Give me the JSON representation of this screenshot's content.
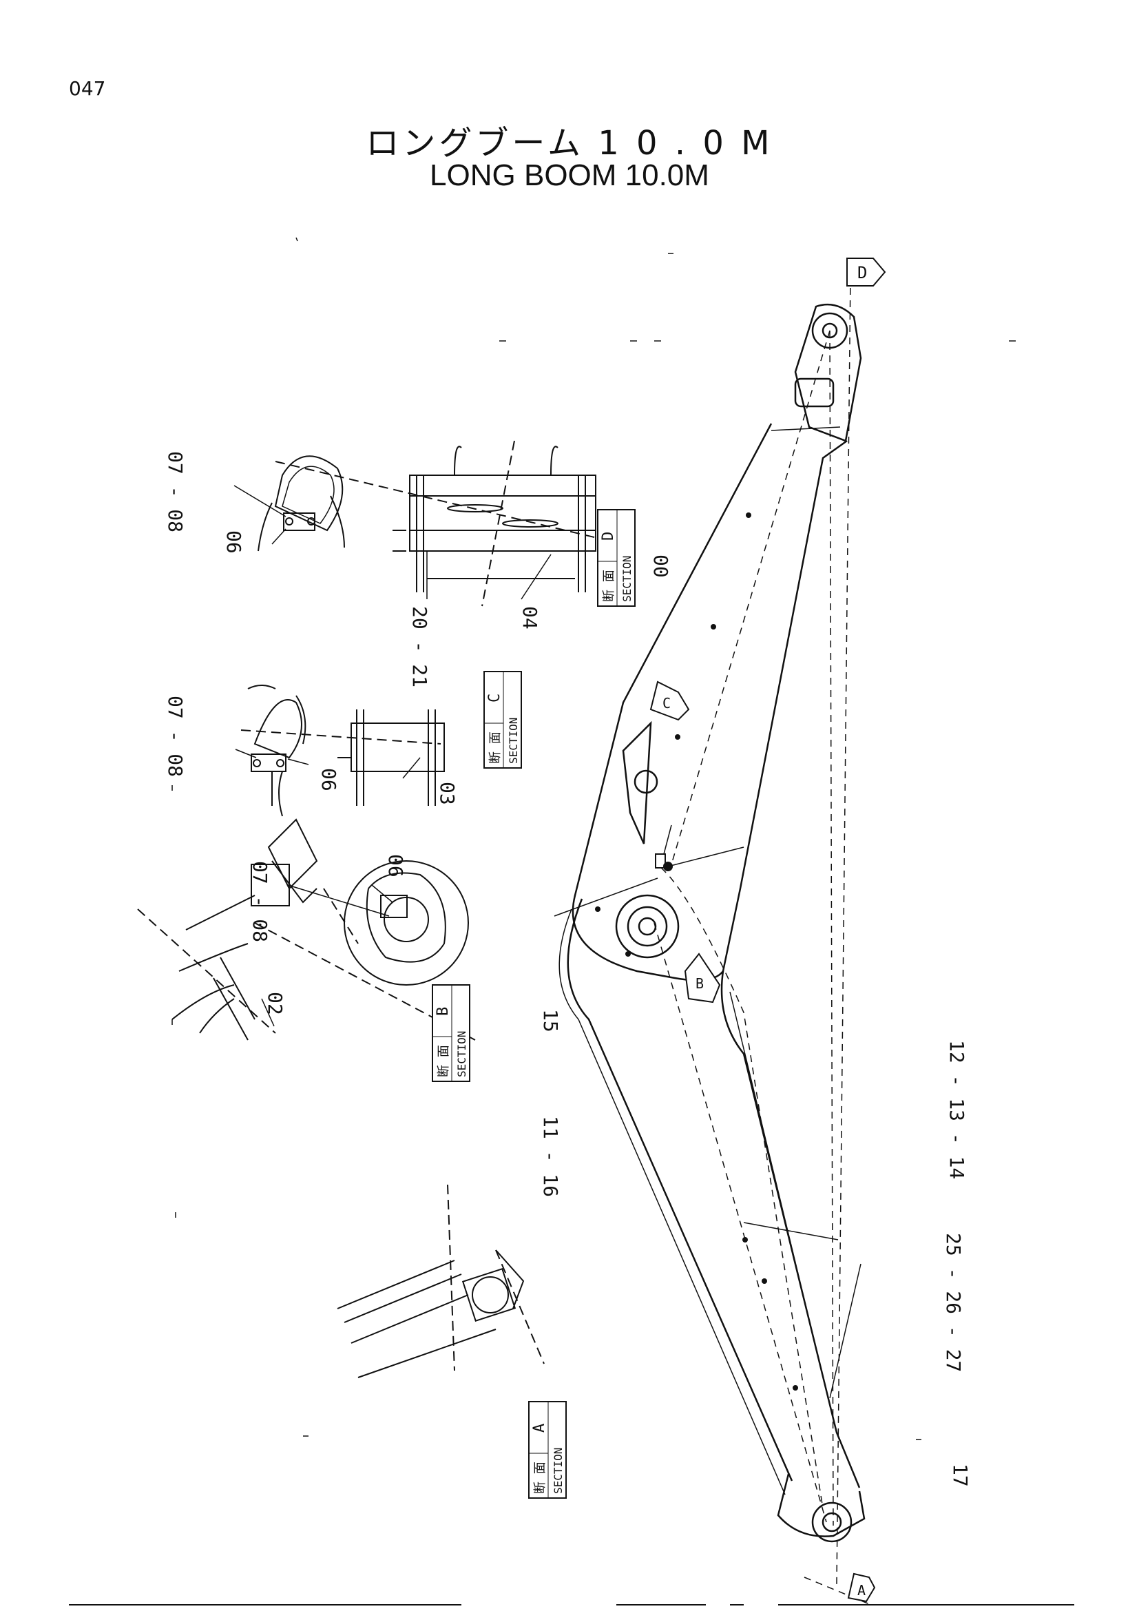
{
  "page": {
    "number": "047"
  },
  "title": {
    "japanese": "ロングブーム 1 0 . 0 M",
    "english": "LONG BOOM 10.0M"
  },
  "part_labels": {
    "p00": "00",
    "p02": "02",
    "p03": "03",
    "p04": "04",
    "p06_d": "06",
    "p06_c": "06",
    "p06_b": "06",
    "p07_08_d": "07 - 08",
    "p07_08_c": "07 - 08",
    "p07_08_b": "07 - 08",
    "p11_16": "11 - 16",
    "p12_13_14": "12 - 13 - 14",
    "p15": "15",
    "p17": "17",
    "p20_21": "20 - 21",
    "p25_26_27": "25 - 26 - 27"
  },
  "sections": {
    "a": {
      "kanji": "断 面",
      "label": "SECTION",
      "letter": "A"
    },
    "b": {
      "kanji": "断 面",
      "label": "SECTION",
      "letter": "B"
    },
    "c": {
      "kanji": "断 面",
      "label": "SECTION",
      "letter": "C"
    },
    "d": {
      "kanji": "断 面",
      "label": "SECTION",
      "letter": "D"
    }
  },
  "view_markers": {
    "a": "A",
    "b": "B",
    "c": "C",
    "d": "D"
  }
}
